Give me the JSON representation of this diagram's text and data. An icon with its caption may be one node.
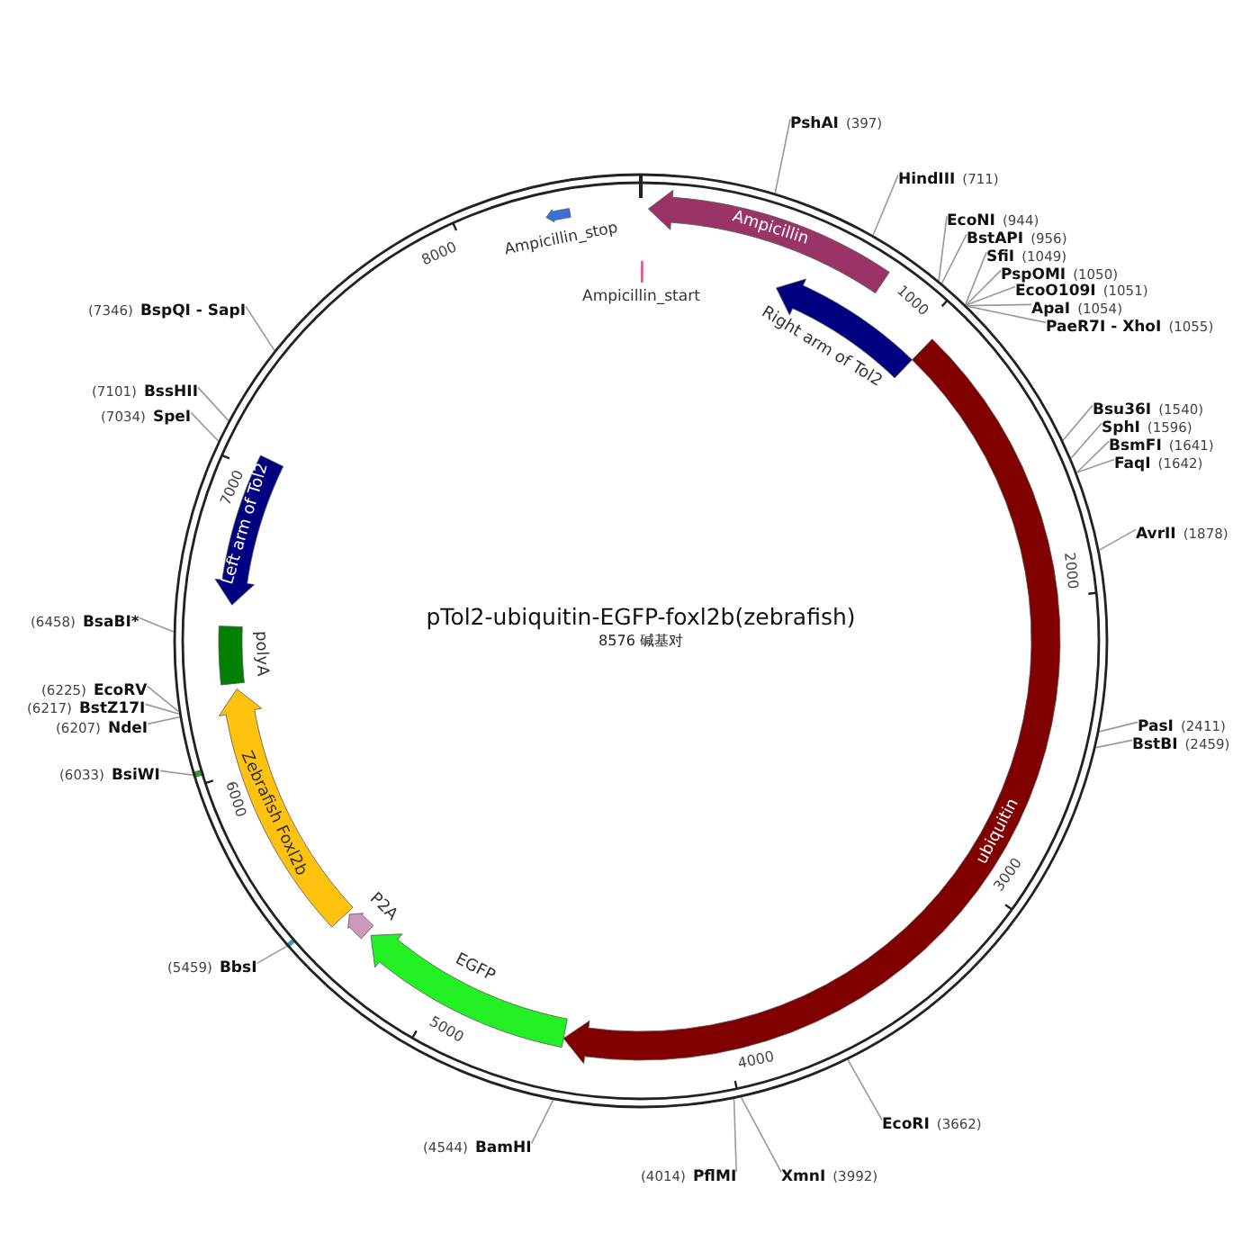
{
  "diagram": {
    "title": "pTol2-ubiquitin-EGFP-foxl2b(zebrafish)",
    "caption": "8576 碱基对",
    "nodes": [
      {
        "text": [],
        "shape": "circle"
      },
      {
        "text": [
          "Ampicillin_stop"
        ],
        "in": 0
      },
      {
        "text": [
          "Ampicillin_start"
        ],
        "in": 0
      },
      {
        "text": [
          "Ampicillin"
        ],
        "in": 0
      },
      {
        "text": [
          "Right arm of Tol2"
        ],
        "in": 0
      },
      {
        "text": [
          "ubiquitin"
        ],
        "in": 0
      },
      {
        "text": [
          "EGFP"
        ],
        "in": 0
      },
      {
        "text": [
          "P2A"
        ],
        "in": 0
      },
      {
        "text": [
          "Zebrafish Foxl2b"
        ],
        "in": 0
      },
      {
        "text": [
          "polyA"
        ],
        "in": 0
      },
      {
        "text": [
          "Left arm of Tol2"
        ],
        "in": 0
      },
      {
        "text": [
          "PshAI",
          "(397)"
        ]
      },
      {
        "text": [
          "HindIII",
          "(711)"
        ]
      },
      {
        "text": [
          "EcoNI",
          "(944)"
        ]
      },
      {
        "text": [
          "BstAPI",
          "(956)"
        ]
      },
      {
        "text": [
          "SfiI",
          "(1049)"
        ]
      },
      {
        "text": [
          "PspOMI",
          "(1050)"
        ]
      },
      {
        "text": [
          "EcoO109I",
          "(1051)"
        ]
      },
      {
        "text": [
          "ApaI",
          "(1054)"
        ]
      },
      {
        "text": [
          "PaeR7I - XhoI",
          "(1055)"
        ]
      },
      {
        "text": [
          "Bsu36I",
          "(1540)"
        ]
      },
      {
        "text": [
          "SphI",
          "(1596)"
        ]
      },
      {
        "text": [
          "BsmFI",
          "(1641)"
        ]
      },
      {
        "text": [
          "FaqI",
          "(1642)"
        ]
      },
      {
        "text": [
          "AvrII",
          "(1878)"
        ]
      },
      {
        "text": [
          "PasI",
          "(2411)"
        ]
      },
      {
        "text": [
          "BstBI",
          "(2459)"
        ]
      },
      {
        "text": [
          "EcoRI",
          "(3662)"
        ]
      },
      {
        "text": [
          "XmnI",
          "(3992)"
        ]
      },
      {
        "text": [
          "(4014)",
          "PflMI"
        ]
      },
      {
        "text": [
          "(4544)",
          "BamHI"
        ]
      },
      {
        "text": [
          "(5459)",
          "BbsI"
        ]
      },
      {
        "text": [
          "(6033)",
          "BsiWI"
        ]
      },
      {
        "text": [
          "(6207)",
          "NdeI"
        ]
      },
      {
        "text": [
          "(6217)",
          "BstZ17I"
        ]
      },
      {
        "text": [
          "(6225)",
          "EcoRV"
        ]
      },
      {
        "text": [
          "(6458)",
          "BsaBI*"
        ]
      },
      {
        "text": [
          "(7034)",
          "SpeI"
        ]
      },
      {
        "text": [
          "(7101)",
          "BssHII"
        ]
      },
      {
        "text": [
          "(7346)",
          "BspQI - SapI"
        ]
      }
    ],
    "edges": [
      {
        "from": 11,
        "to": 0,
        "arrow": "none"
      },
      {
        "from": 12,
        "to": 0,
        "arrow": "none"
      },
      {
        "from": 13,
        "to": 0,
        "arrow": "none"
      },
      {
        "from": 14,
        "to": 0,
        "arrow": "none"
      },
      {
        "from": 15,
        "to": 0,
        "arrow": "none"
      },
      {
        "from": 16,
        "to": 0,
        "arrow": "none"
      },
      {
        "from": 17,
        "to": 0,
        "arrow": "none"
      },
      {
        "from": 18,
        "to": 0,
        "arrow": "none"
      },
      {
        "from": 19,
        "to": 0,
        "arrow": "none"
      },
      {
        "from": 20,
        "to": 0,
        "arrow": "none"
      },
      {
        "from": 21,
        "to": 0,
        "arrow": "none"
      },
      {
        "from": 22,
        "to": 0,
        "arrow": "none"
      },
      {
        "from": 23,
        "to": 0,
        "arrow": "none"
      },
      {
        "from": 24,
        "to": 0,
        "arrow": "none"
      },
      {
        "from": 25,
        "to": 0,
        "arrow": "none"
      },
      {
        "from": 26,
        "to": 0,
        "arrow": "none"
      },
      {
        "from": 27,
        "to": 0,
        "arrow": "none"
      },
      {
        "from": 28,
        "to": 0,
        "arrow": "none"
      },
      {
        "from": 29,
        "to": 0,
        "arrow": "none"
      },
      {
        "from": 30,
        "to": 0,
        "arrow": "none"
      },
      {
        "from": 31,
        "to": 0,
        "arrow": "none"
      },
      {
        "from": 32,
        "to": 0,
        "arrow": "none"
      },
      {
        "from": 33,
        "to": 0,
        "arrow": "none"
      },
      {
        "from": 34,
        "to": 0,
        "arrow": "none"
      },
      {
        "from": 35,
        "to": 0,
        "arrow": "none"
      },
      {
        "from": 36,
        "to": 0,
        "arrow": "none"
      },
      {
        "from": 37,
        "to": 0,
        "arrow": "none"
      },
      {
        "from": 38,
        "to": 0,
        "arrow": "none"
      },
      {
        "from": 39,
        "to": 0,
        "arrow": "none"
      }
    ],
    "labels": [
      "1000",
      "2000",
      "3000",
      "4000",
      "5000",
      "6000",
      "7000",
      "8000"
    ]
  }
}
